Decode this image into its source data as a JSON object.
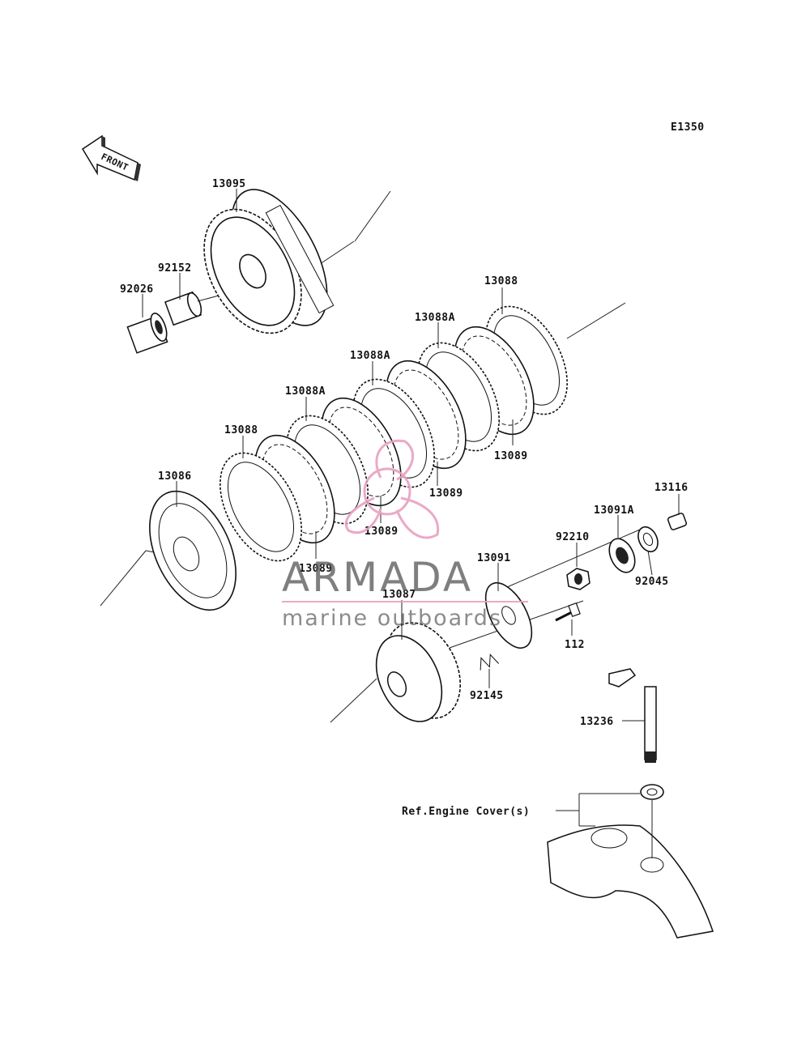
{
  "diagram_code": "E1350",
  "front_label": "FRONT",
  "labels": {
    "p13095": "13095",
    "p92152": "92152",
    "p92026": "92026",
    "p13088_top": "13088",
    "p13088A_1": "13088A",
    "p13088A_2": "13088A",
    "p13088A_3": "13088A",
    "p13088_left": "13088",
    "p13086": "13086",
    "p13089_1": "13089",
    "p13089_2": "13089",
    "p13089_3": "13089",
    "p13089_4": "13089",
    "p13116": "13116",
    "p13091A": "13091A",
    "p92210": "92210",
    "p92045": "92045",
    "p13091": "13091",
    "p13087": "13087",
    "p112": "112",
    "p92145": "92145",
    "p13236": "13236",
    "ref_engine_cover": "Ref.Engine Cover(s)"
  },
  "watermark": {
    "brand": "ARMADA",
    "tagline": "marine outboards",
    "accent_color": "#e8a0c0"
  }
}
